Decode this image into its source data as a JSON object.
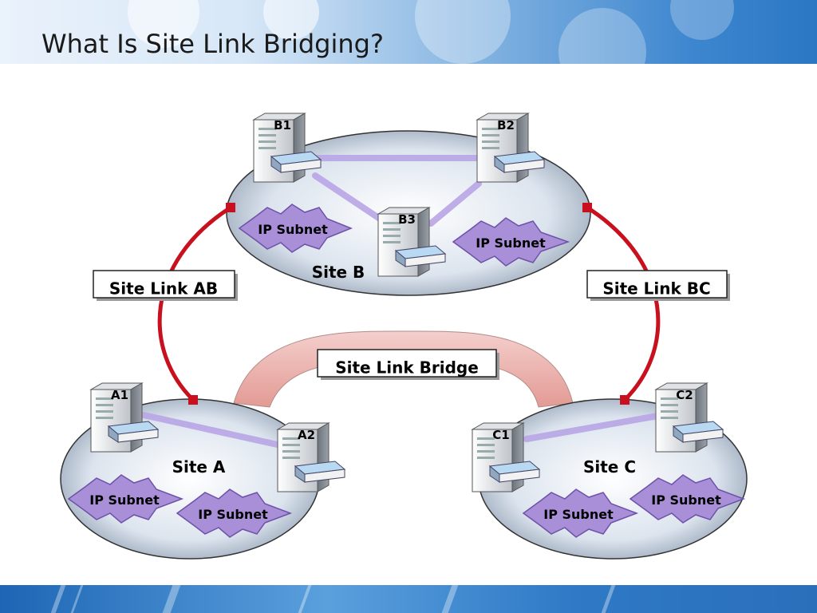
{
  "title": "What Is Site Link Bridging?",
  "sites": [
    {
      "id": "A",
      "label": "Site A",
      "servers": [
        "A1",
        "A2"
      ]
    },
    {
      "id": "B",
      "label": "Site B",
      "servers": [
        "B1",
        "B2",
        "B3"
      ]
    },
    {
      "id": "C",
      "label": "Site C",
      "servers": [
        "C1",
        "C2"
      ]
    }
  ],
  "subnet_label": "IP Subnet",
  "links": {
    "ab": "Site Link AB",
    "bc": "Site Link BC",
    "bridge": "Site Link Bridge"
  },
  "colors": {
    "site_link": "#c8101e",
    "replication": "#b9a6e6",
    "subnet": "#a98ed8",
    "bridge": "#e7a8a3"
  }
}
